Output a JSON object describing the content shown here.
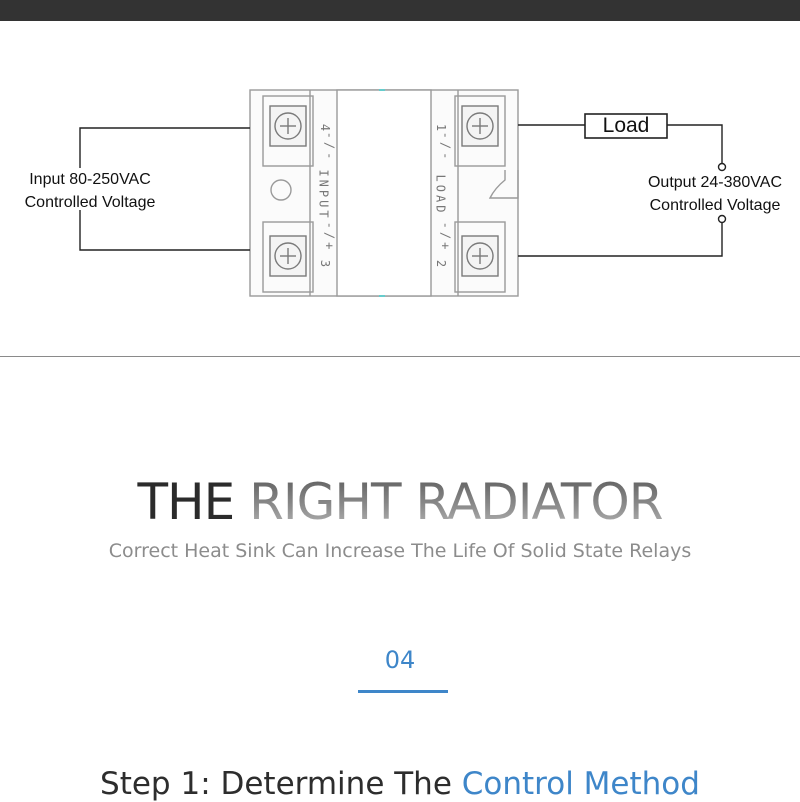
{
  "diagram": {
    "input_label": [
      "Input 80-250VAC",
      "Controlled Voltage"
    ],
    "output_label": [
      "Output 24-380VAC",
      "Controlled Voltage"
    ],
    "load_label": "Load",
    "relay": {
      "left_terminals": [
        "4",
        "3"
      ],
      "right_terminals": [
        "1",
        "2"
      ],
      "left_marks": [
        "-/-",
        "-/+"
      ],
      "right_marks": [
        "-/-",
        "-/+"
      ],
      "input_text": "INPUT",
      "load_text": "LOAD"
    }
  },
  "headline": {
    "dark": "THE ",
    "light": "RIGHT RADIATOR"
  },
  "subline": "Correct Heat Sink Can Increase The Life Of Solid State Relays",
  "section": {
    "number": "04",
    "accent_color": "#3e86c9"
  },
  "step": {
    "prefix": "Step 1: Determine The ",
    "highlight": "Control Method"
  }
}
